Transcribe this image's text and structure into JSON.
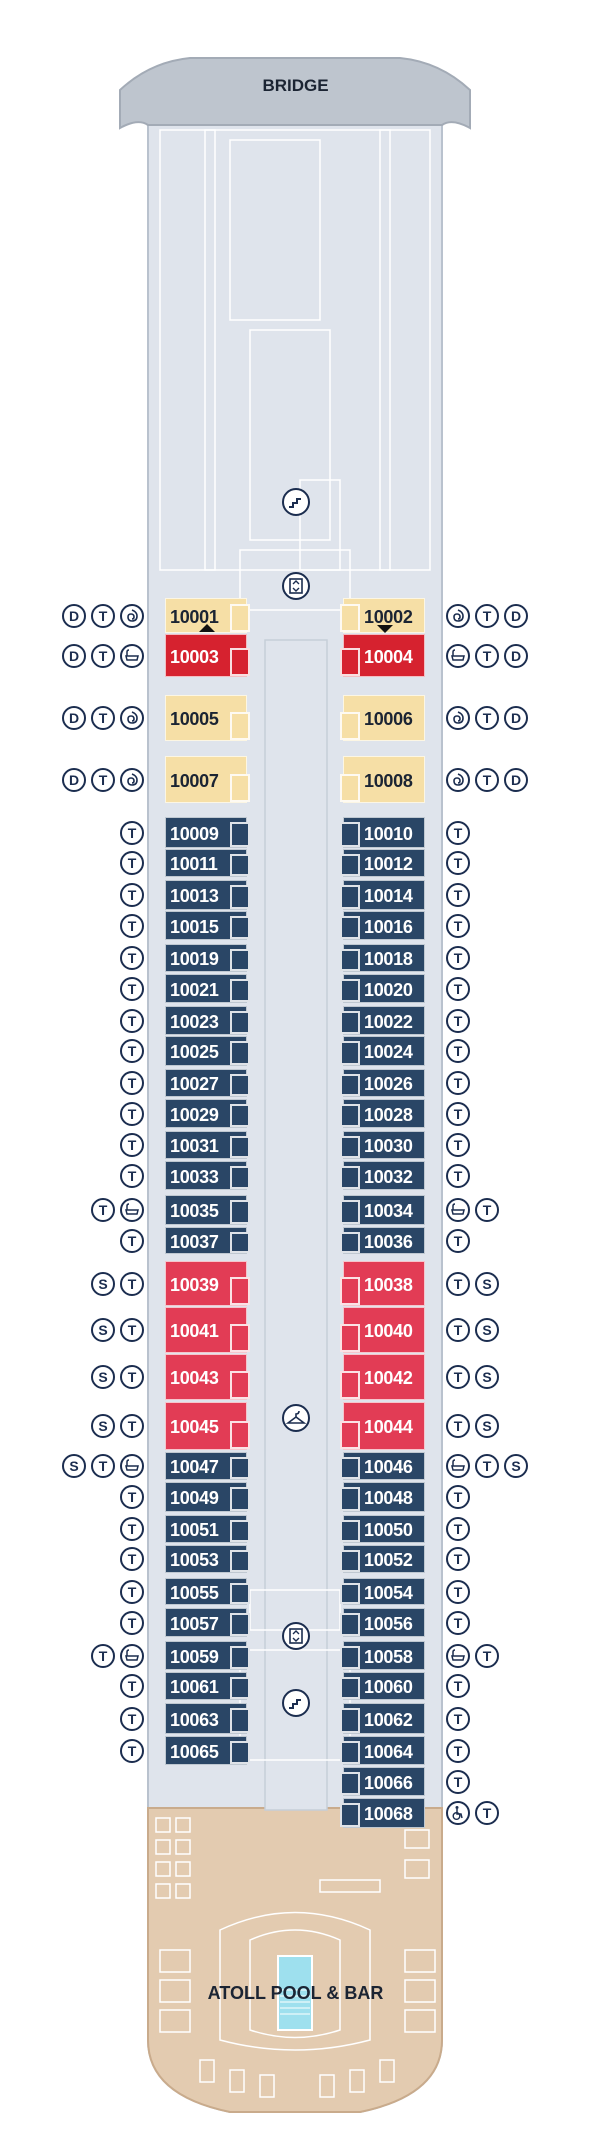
{
  "labels": {
    "bridge": "BRIDGE",
    "pool": "ATOLL POOL & BAR"
  },
  "colors": {
    "hull": "#dfe4ec",
    "deck_wood": "#e3cbb0",
    "light_cabin": "#f6dfa6",
    "red_cabin": "#d6222f",
    "pink_cabin": "#e23c55",
    "navy_cabin": "#2a4666",
    "ink": "#1b2d4f"
  },
  "cabins": [
    {
      "num": "10001",
      "side": "L",
      "type": "light",
      "arrow": "up"
    },
    {
      "num": "10002",
      "side": "R",
      "type": "light",
      "arrow": "down"
    },
    {
      "num": "10003",
      "side": "L",
      "type": "red"
    },
    {
      "num": "10004",
      "side": "R",
      "type": "red"
    },
    {
      "num": "10005",
      "side": "L",
      "type": "light"
    },
    {
      "num": "10006",
      "side": "R",
      "type": "light"
    },
    {
      "num": "10007",
      "side": "L",
      "type": "light"
    },
    {
      "num": "10008",
      "side": "R",
      "type": "light"
    },
    {
      "num": "10009",
      "side": "L",
      "type": "navy"
    },
    {
      "num": "10010",
      "side": "R",
      "type": "navy"
    },
    {
      "num": "10011",
      "side": "L",
      "type": "navy"
    },
    {
      "num": "10012",
      "side": "R",
      "type": "navy"
    },
    {
      "num": "10013",
      "side": "L",
      "type": "navy"
    },
    {
      "num": "10014",
      "side": "R",
      "type": "navy"
    },
    {
      "num": "10015",
      "side": "L",
      "type": "navy"
    },
    {
      "num": "10016",
      "side": "R",
      "type": "navy"
    },
    {
      "num": "10019",
      "side": "L",
      "type": "navy"
    },
    {
      "num": "10018",
      "side": "R",
      "type": "navy"
    },
    {
      "num": "10021",
      "side": "L",
      "type": "navy"
    },
    {
      "num": "10020",
      "side": "R",
      "type": "navy"
    },
    {
      "num": "10023",
      "side": "L",
      "type": "navy"
    },
    {
      "num": "10022",
      "side": "R",
      "type": "navy"
    },
    {
      "num": "10025",
      "side": "L",
      "type": "navy"
    },
    {
      "num": "10024",
      "side": "R",
      "type": "navy"
    },
    {
      "num": "10027",
      "side": "L",
      "type": "navy"
    },
    {
      "num": "10026",
      "side": "R",
      "type": "navy"
    },
    {
      "num": "10029",
      "side": "L",
      "type": "navy"
    },
    {
      "num": "10028",
      "side": "R",
      "type": "navy"
    },
    {
      "num": "10031",
      "side": "L",
      "type": "navy"
    },
    {
      "num": "10030",
      "side": "R",
      "type": "navy"
    },
    {
      "num": "10033",
      "side": "L",
      "type": "navy"
    },
    {
      "num": "10032",
      "side": "R",
      "type": "navy"
    },
    {
      "num": "10035",
      "side": "L",
      "type": "navy"
    },
    {
      "num": "10034",
      "side": "R",
      "type": "navy"
    },
    {
      "num": "10037",
      "side": "L",
      "type": "navy"
    },
    {
      "num": "10036",
      "side": "R",
      "type": "navy"
    },
    {
      "num": "10039",
      "side": "L",
      "type": "pink"
    },
    {
      "num": "10038",
      "side": "R",
      "type": "pink"
    },
    {
      "num": "10041",
      "side": "L",
      "type": "pink"
    },
    {
      "num": "10040",
      "side": "R",
      "type": "pink"
    },
    {
      "num": "10043",
      "side": "L",
      "type": "pink"
    },
    {
      "num": "10042",
      "side": "R",
      "type": "pink"
    },
    {
      "num": "10045",
      "side": "L",
      "type": "pink"
    },
    {
      "num": "10044",
      "side": "R",
      "type": "pink"
    },
    {
      "num": "10047",
      "side": "L",
      "type": "navy"
    },
    {
      "num": "10046",
      "side": "R",
      "type": "navy"
    },
    {
      "num": "10049",
      "side": "L",
      "type": "navy"
    },
    {
      "num": "10048",
      "side": "R",
      "type": "navy"
    },
    {
      "num": "10051",
      "side": "L",
      "type": "navy"
    },
    {
      "num": "10050",
      "side": "R",
      "type": "navy"
    },
    {
      "num": "10053",
      "side": "L",
      "type": "navy"
    },
    {
      "num": "10052",
      "side": "R",
      "type": "navy"
    },
    {
      "num": "10055",
      "side": "L",
      "type": "navy"
    },
    {
      "num": "10054",
      "side": "R",
      "type": "navy"
    },
    {
      "num": "10057",
      "side": "L",
      "type": "navy"
    },
    {
      "num": "10056",
      "side": "R",
      "type": "navy"
    },
    {
      "num": "10059",
      "side": "L",
      "type": "navy"
    },
    {
      "num": "10058",
      "side": "R",
      "type": "navy"
    },
    {
      "num": "10061",
      "side": "L",
      "type": "navy"
    },
    {
      "num": "10060",
      "side": "R",
      "type": "navy"
    },
    {
      "num": "10063",
      "side": "L",
      "type": "navy"
    },
    {
      "num": "10062",
      "side": "R",
      "type": "navy"
    },
    {
      "num": "10065",
      "side": "L",
      "type": "navy"
    },
    {
      "num": "10064",
      "side": "R",
      "type": "navy"
    },
    {
      "num": "10066",
      "side": "R",
      "type": "navy"
    },
    {
      "num": "10068",
      "side": "R",
      "type": "navy"
    }
  ],
  "legend_left": [
    [
      "D",
      "T",
      "spa"
    ],
    [
      "D",
      "T",
      "tub"
    ],
    [
      "D",
      "T",
      "spa"
    ],
    [
      "D",
      "T",
      "spa"
    ],
    [
      "T"
    ],
    [
      "T"
    ],
    [
      "T"
    ],
    [
      "T"
    ],
    [
      "T"
    ],
    [
      "T"
    ],
    [
      "T"
    ],
    [
      "T"
    ],
    [
      "T"
    ],
    [
      "T"
    ],
    [
      "T"
    ],
    [
      "T"
    ],
    [
      "T",
      "tub"
    ],
    [
      "T"
    ],
    [
      "S",
      "T"
    ],
    [
      "S",
      "T"
    ],
    [
      "S",
      "T"
    ],
    [
      "S",
      "T"
    ],
    [
      "S",
      "T",
      "tub"
    ],
    [
      "T"
    ],
    [
      "T"
    ],
    [
      "T"
    ],
    [
      "T"
    ],
    [
      "T"
    ],
    [
      "T",
      "tub"
    ],
    [
      "T"
    ],
    [
      "T"
    ],
    [
      "T"
    ]
  ],
  "legend_right": [
    [
      "spa",
      "T",
      "D"
    ],
    [
      "tub",
      "T",
      "D"
    ],
    [
      "spa",
      "T",
      "D"
    ],
    [
      "spa",
      "T",
      "D"
    ],
    [
      "T"
    ],
    [
      "T"
    ],
    [
      "T"
    ],
    [
      "T"
    ],
    [
      "T"
    ],
    [
      "T"
    ],
    [
      "T"
    ],
    [
      "T"
    ],
    [
      "T"
    ],
    [
      "T"
    ],
    [
      "T"
    ],
    [
      "T"
    ],
    [
      "tub",
      "T"
    ],
    [
      "T"
    ],
    [
      "T",
      "S"
    ],
    [
      "T",
      "S"
    ],
    [
      "T",
      "S"
    ],
    [
      "T",
      "S"
    ],
    [
      "tub",
      "T",
      "S"
    ],
    [
      "T"
    ],
    [
      "T"
    ],
    [
      "T"
    ],
    [
      "T"
    ],
    [
      "T"
    ],
    [
      "tub",
      "T"
    ],
    [
      "T"
    ],
    [
      "T"
    ],
    [
      "T"
    ],
    [
      "T"
    ],
    [
      "wheelchair",
      "T"
    ]
  ]
}
